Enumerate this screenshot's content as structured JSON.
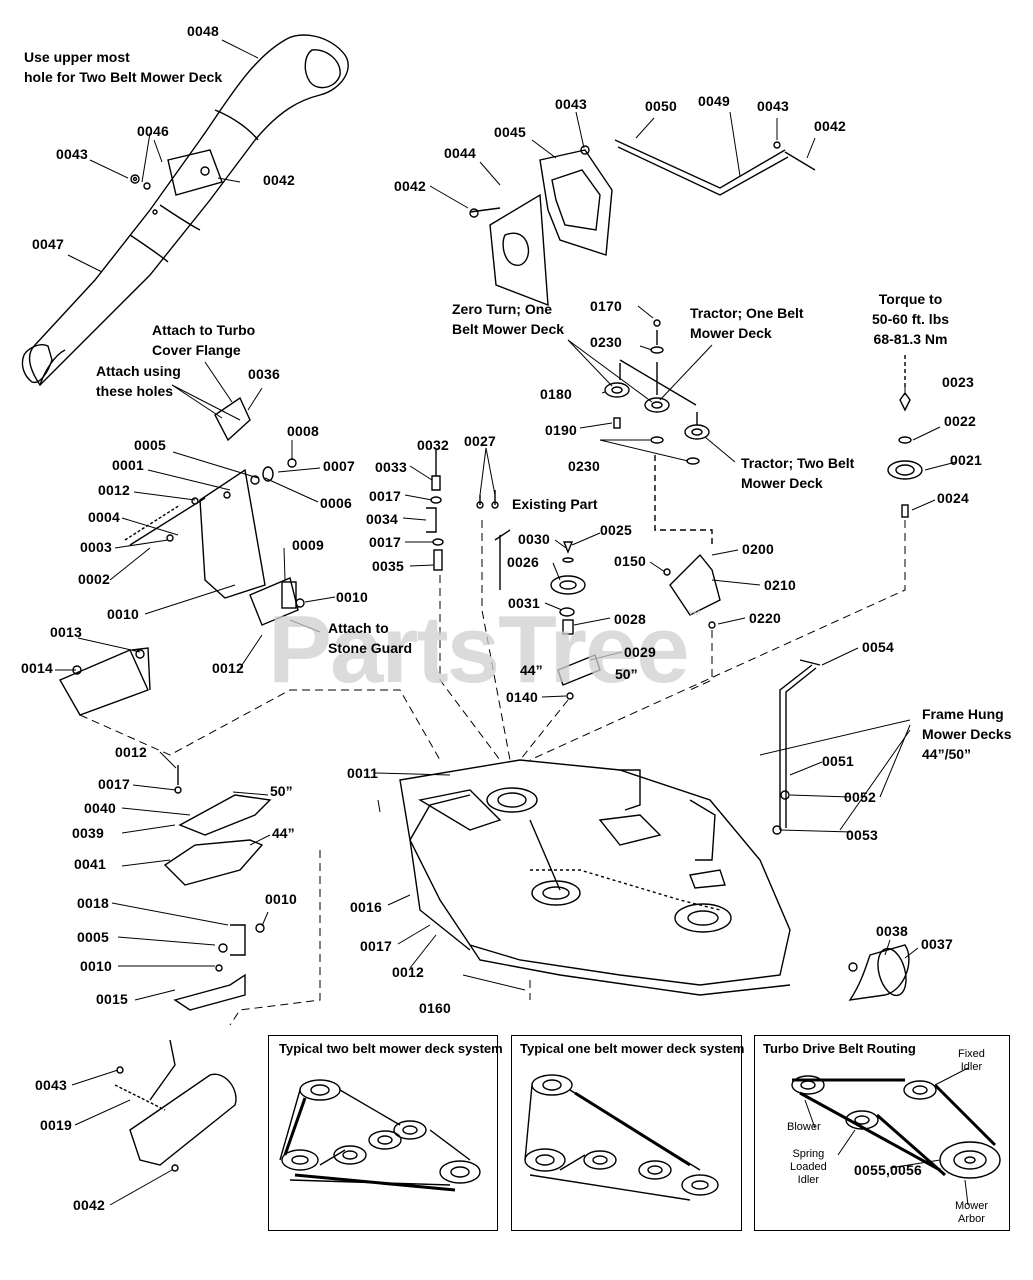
{
  "watermark": {
    "brand": "PartsTree",
    "mark": "™"
  },
  "callouts": {
    "c0048": "0048",
    "c0043a": "0043",
    "c0046": "0046",
    "c0042a": "0042",
    "c0047": "0047",
    "c0043b": "0043",
    "c0050": "0050",
    "c0049": "0049",
    "c0043c": "0043",
    "c0042b": "0042",
    "c0045": "0045",
    "c0044": "0044",
    "c0042c": "0042",
    "c0170": "0170",
    "c0230a": "0230",
    "c0180": "0180",
    "c0190": "0190",
    "c0230b": "0230",
    "c0023": "0023",
    "c0022": "0022",
    "c0021": "0021",
    "c0024": "0024",
    "c0036": "0036",
    "c0005a": "0005",
    "c0008": "0008",
    "c0001": "0001",
    "c0007": "0007",
    "c0012a": "0012",
    "c0006": "0006",
    "c0004": "0004",
    "c0003": "0003",
    "c0009": "0009",
    "c0002": "0002",
    "c0010a": "0010",
    "c0010b": "0010",
    "c0013": "0013",
    "c0014": "0014",
    "c0012b": "0012",
    "c0032": "0032",
    "c0027": "0027",
    "c0033": "0033",
    "c0017a": "0017",
    "c0034": "0034",
    "c0017b": "0017",
    "c0035": "0035",
    "c0030": "0030",
    "c0025": "0025",
    "c0026": "0026",
    "c0150": "0150",
    "c0200": "0200",
    "c0210": "0210",
    "c0031": "0031",
    "c0028": "0028",
    "c0220": "0220",
    "c0029": "0029",
    "c0140": "0140",
    "c0054": "0054",
    "c0012c": "0012",
    "c0017c": "0017",
    "c0040": "0040",
    "c0039": "0039",
    "c0041": "0041",
    "c0011": "0011",
    "c0051": "0051",
    "c0052": "0052",
    "c0053": "0053",
    "c0018": "0018",
    "c0010c": "0010",
    "c0005b": "0005",
    "c0016": "0016",
    "c0017d": "0017",
    "c0010d": "0010",
    "c0012d": "0012",
    "c0015": "0015",
    "c0160": "0160",
    "c0038": "0038",
    "c0037": "0037",
    "c0043d": "0043",
    "c0019": "0019",
    "c0042d": "0042",
    "c0055": "0055,0056"
  },
  "notes": {
    "upper_hole_1": "Use upper most",
    "upper_hole_2": "hole for Two Belt Mower Deck",
    "turbo_flange_1": "Attach to Turbo",
    "turbo_flange_2": "Cover Flange",
    "attach_holes_1": "Attach using",
    "attach_holes_2": "these holes",
    "zero_turn_1": "Zero Turn; One",
    "zero_turn_2": "Belt Mower Deck",
    "tractor_one_1": "Tractor; One Belt",
    "tractor_one_2": "Mower Deck",
    "tractor_two_1": "Tractor; Two Belt",
    "tractor_two_2": "Mower Deck",
    "torque_1": "Torque to",
    "torque_2": "50-60 ft. lbs",
    "torque_3": "68-81.3 Nm",
    "existing_part": "Existing Part",
    "stone_guard_1": "Attach to",
    "stone_guard_2": "Stone Guard",
    "size_44_top": "44”",
    "size_50_top": "50”",
    "frame_hung_1": "Frame Hung",
    "frame_hung_2": "Mower Decks",
    "frame_hung_3": "44”/50”",
    "size_50_deflector": "50”",
    "size_44_deflector": "44”"
  },
  "insets": {
    "two_belt_title": "Typical two belt mower deck system",
    "one_belt_title": "Typical one belt mower deck system",
    "turbo_title": "Turbo Drive Belt Routing",
    "fixed_idler_1": "Fixed",
    "fixed_idler_2": "Idler",
    "blower": "Blower",
    "spring_1": "Spring",
    "spring_2": "Loaded",
    "spring_3": "Idler",
    "mower_arbor_1": "Mower",
    "mower_arbor_2": "Arbor"
  }
}
